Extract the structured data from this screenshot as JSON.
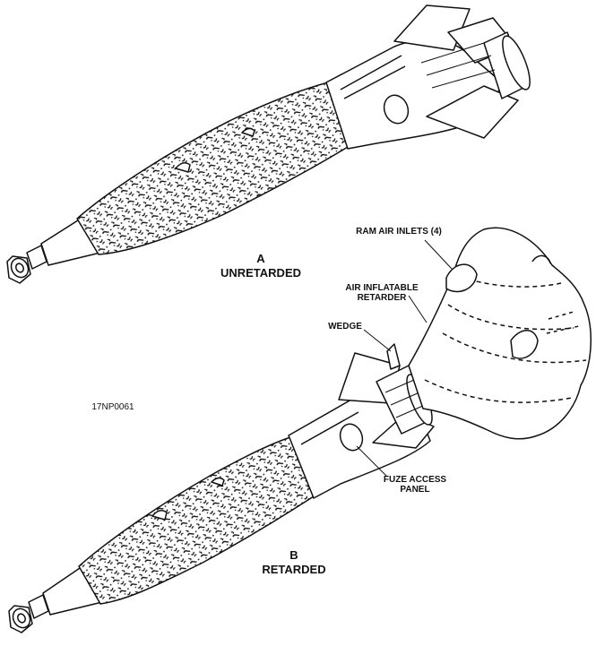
{
  "figure_a": {
    "letter": "A",
    "caption": "UNRETARDED"
  },
  "figure_b": {
    "letter": "B",
    "caption": "RETARDED"
  },
  "callouts": {
    "ram_air_inlets": "RAM AIR INLETS (4)",
    "air_inflatable_retarder_line1": "AIR INFLATABLE",
    "air_inflatable_retarder_line2": "RETARDER",
    "wedge": "WEDGE",
    "fuze_access_panel_line1": "FUZE ACCESS",
    "fuze_access_panel_line2": "PANEL"
  },
  "figure_number": "17NP0061",
  "colors": {
    "ink": "#111111",
    "paper": "#ffffff"
  }
}
